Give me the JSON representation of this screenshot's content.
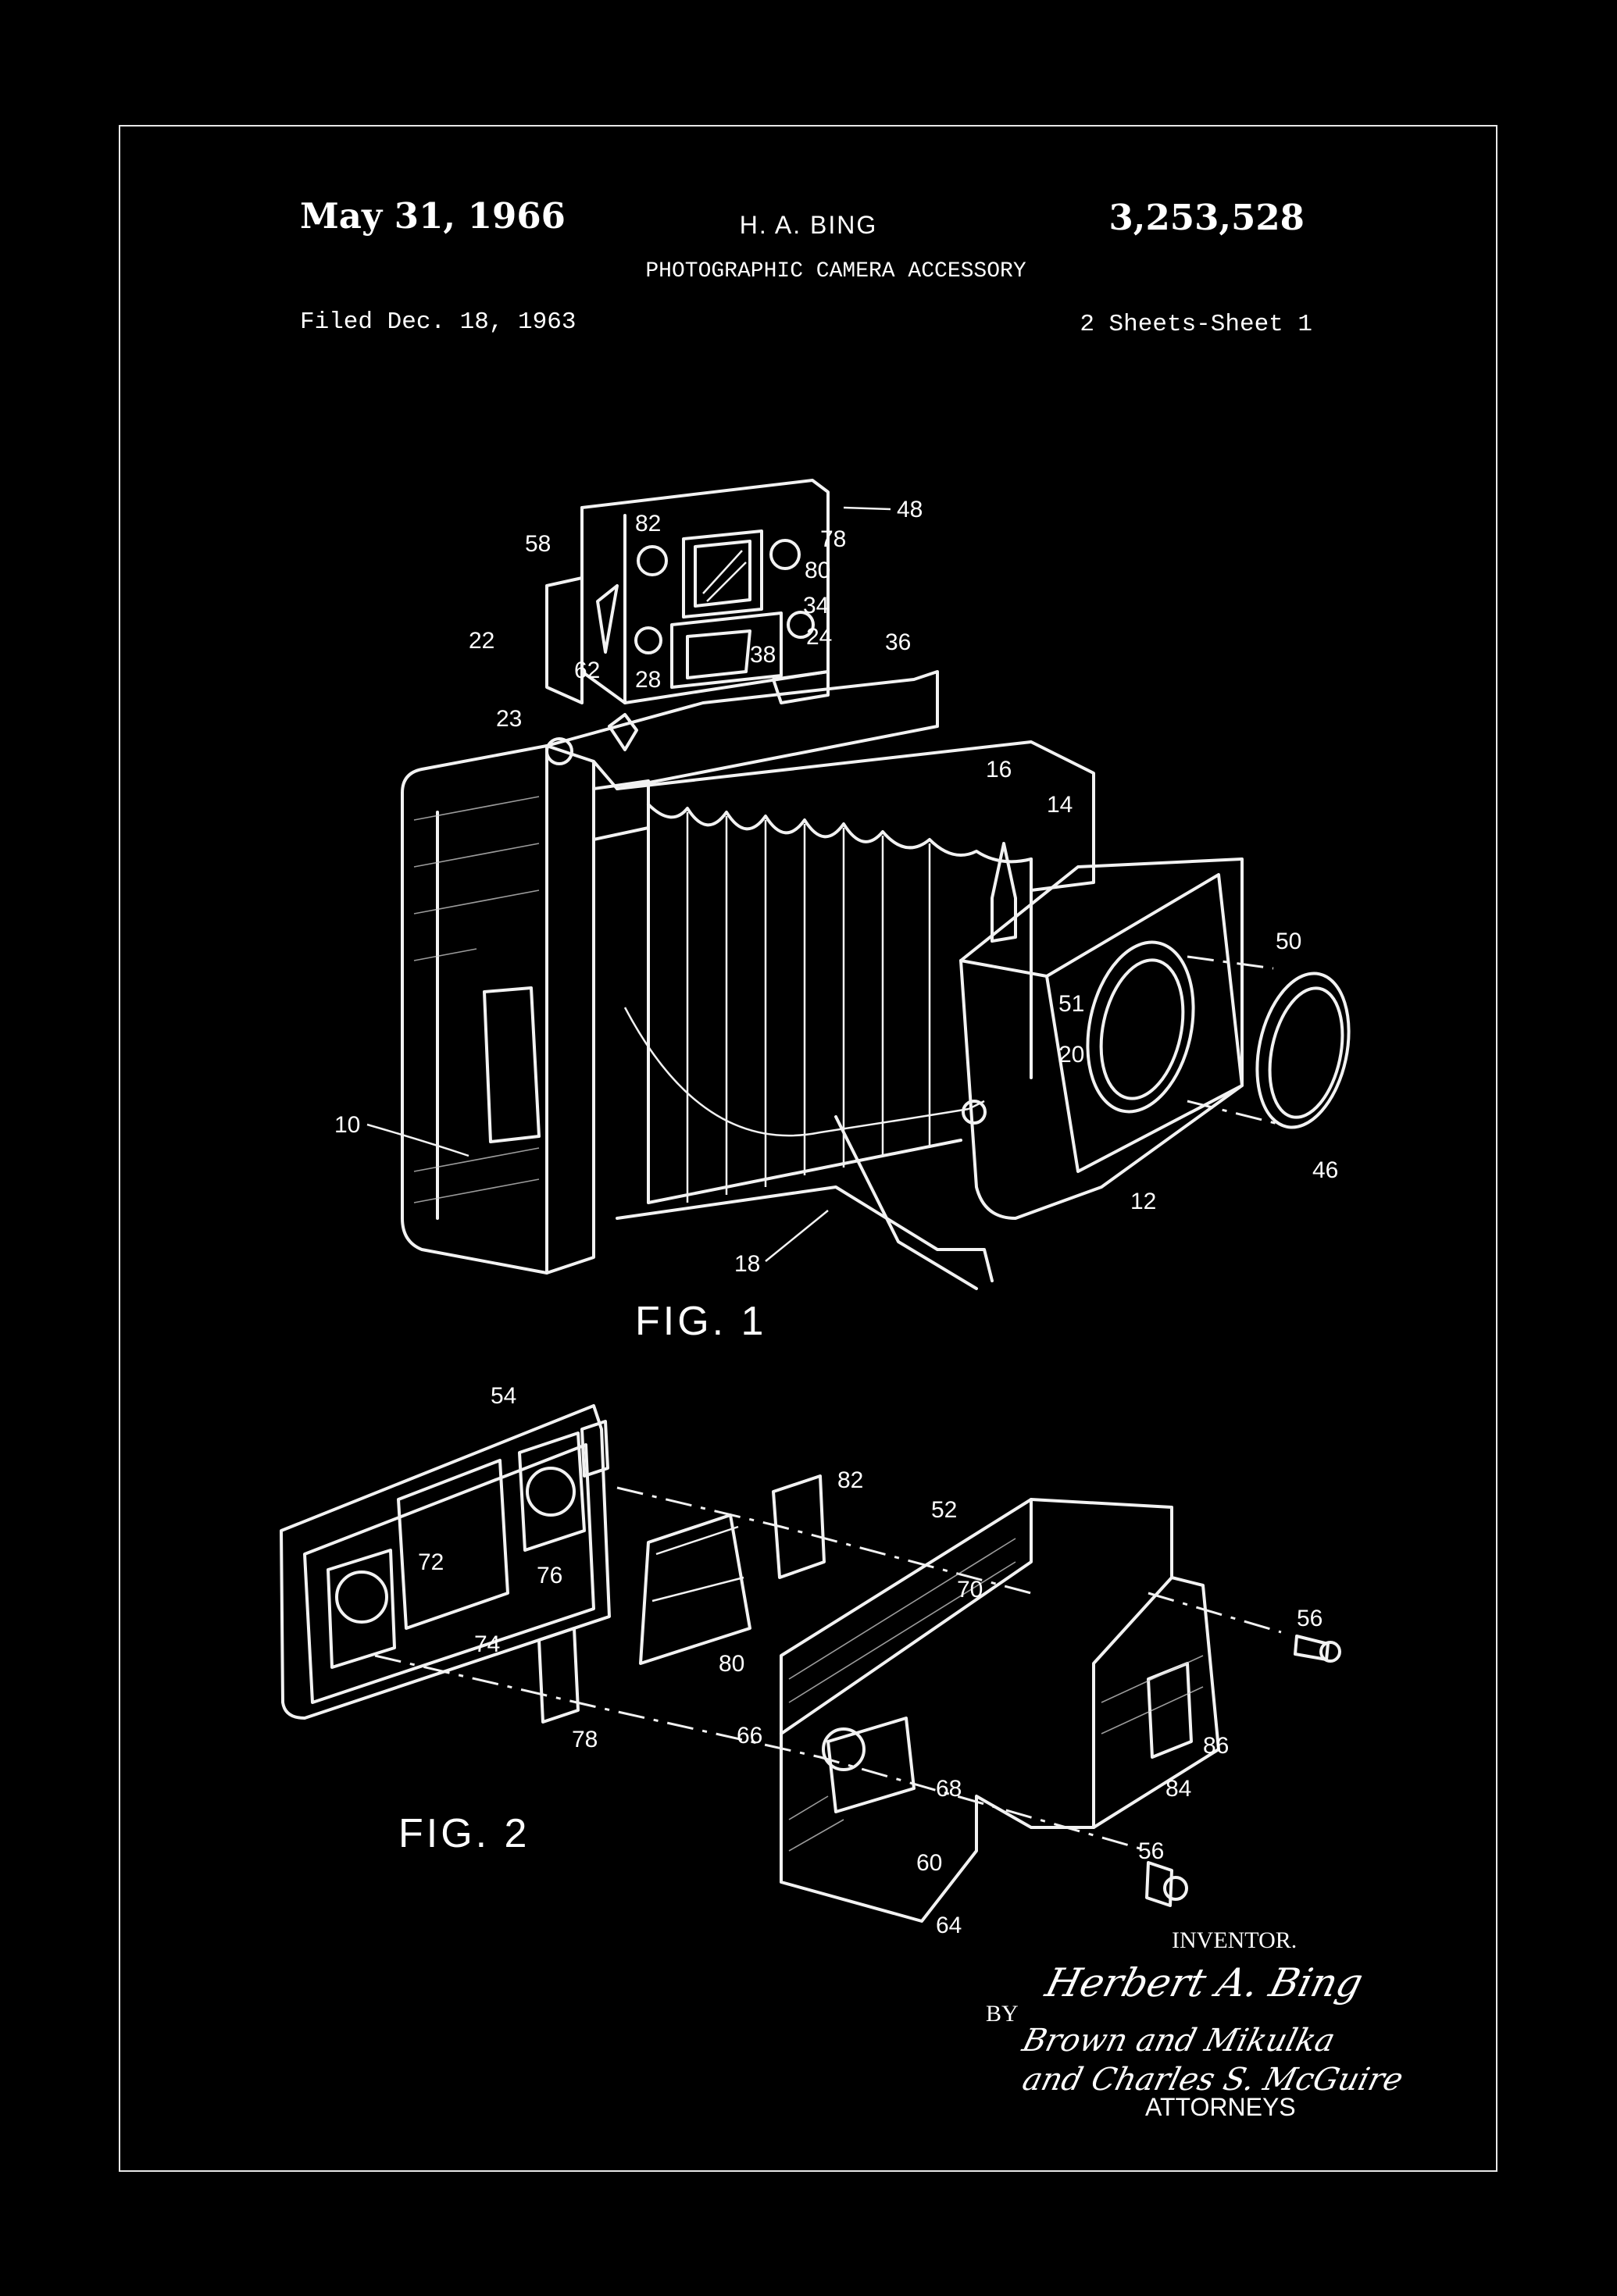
{
  "header": {
    "date": "May 31, 1966",
    "inventor_name": "H. A. BING",
    "patent_number": "3,253,528",
    "title": "PHOTOGRAPHIC CAMERA ACCESSORY",
    "filed": "Filed Dec. 18, 1963",
    "sheets": "2 Sheets-Sheet 1"
  },
  "figures": {
    "fig1_label": "FIG. 1",
    "fig2_label": "FIG. 2"
  },
  "reference_numerals": {
    "fig1": [
      "48",
      "82",
      "78",
      "58",
      "80",
      "34",
      "22",
      "62",
      "28",
      "38",
      "24",
      "36",
      "23",
      "16",
      "14",
      "50",
      "51",
      "20",
      "10",
      "12",
      "46",
      "18"
    ],
    "fig2": [
      "54",
      "82",
      "52",
      "72",
      "76",
      "70",
      "56",
      "74",
      "80",
      "78",
      "66",
      "86",
      "68",
      "84",
      "60",
      "56",
      "64"
    ]
  },
  "signature_block": {
    "inventor_label": "INVENTOR.",
    "inventor_signature": "Herbert A. Bing",
    "by_label": "BY",
    "attorney_signature_1": "Brown and Mikulka",
    "attorney_signature_2": "and Charles S. McGuire",
    "attorneys_label": "ATTORNEYS"
  },
  "colors": {
    "background": "#000000",
    "ink": "#ffffff"
  }
}
